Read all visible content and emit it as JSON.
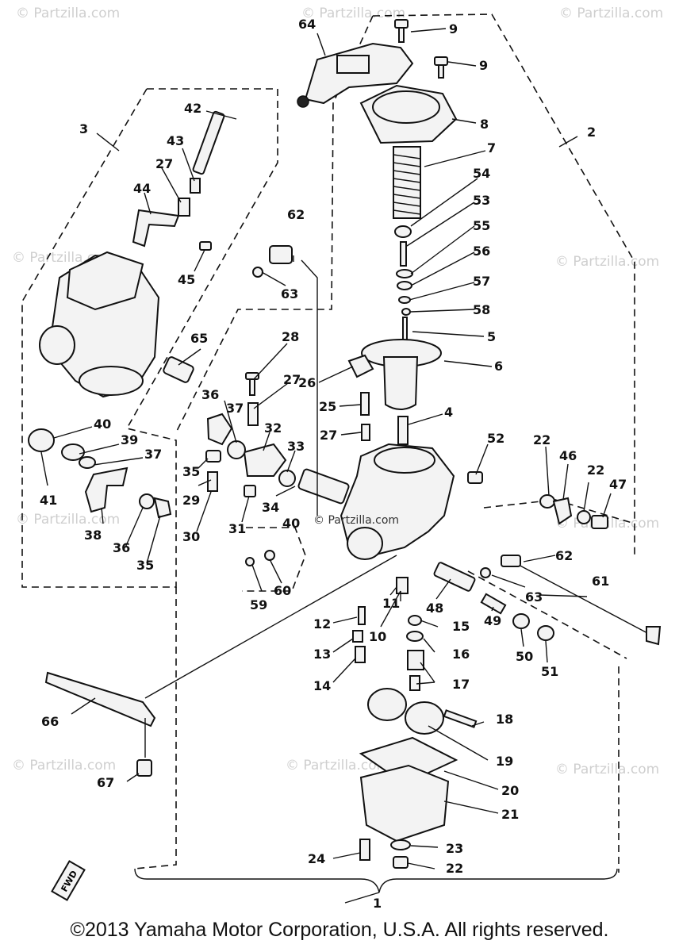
{
  "watermark": "© Partzilla.com",
  "center_watermark": "© Partzilla.com",
  "copyright": "©2013 Yamaha Motor Corporation, U.S.A. All rights reserved.",
  "front_marker": "FWD",
  "callouts": [
    "1",
    "2",
    "3",
    "4",
    "5",
    "6",
    "7",
    "8",
    "9",
    "9",
    "10",
    "11",
    "12",
    "13",
    "14",
    "15",
    "16",
    "17",
    "18",
    "19",
    "20",
    "21",
    "22",
    "22",
    "22",
    "23",
    "24",
    "25",
    "26",
    "27",
    "27",
    "27",
    "28",
    "29",
    "30",
    "31",
    "32",
    "33",
    "34",
    "35",
    "35",
    "36",
    "36",
    "37",
    "37",
    "38",
    "39",
    "40",
    "40",
    "41",
    "42",
    "43",
    "44",
    "45",
    "46",
    "47",
    "48",
    "49",
    "50",
    "51",
    "52",
    "53",
    "54",
    "55",
    "56",
    "57",
    "58",
    "59",
    "60",
    "61",
    "62",
    "62",
    "63",
    "63",
    "64",
    "65",
    "66",
    "67"
  ]
}
